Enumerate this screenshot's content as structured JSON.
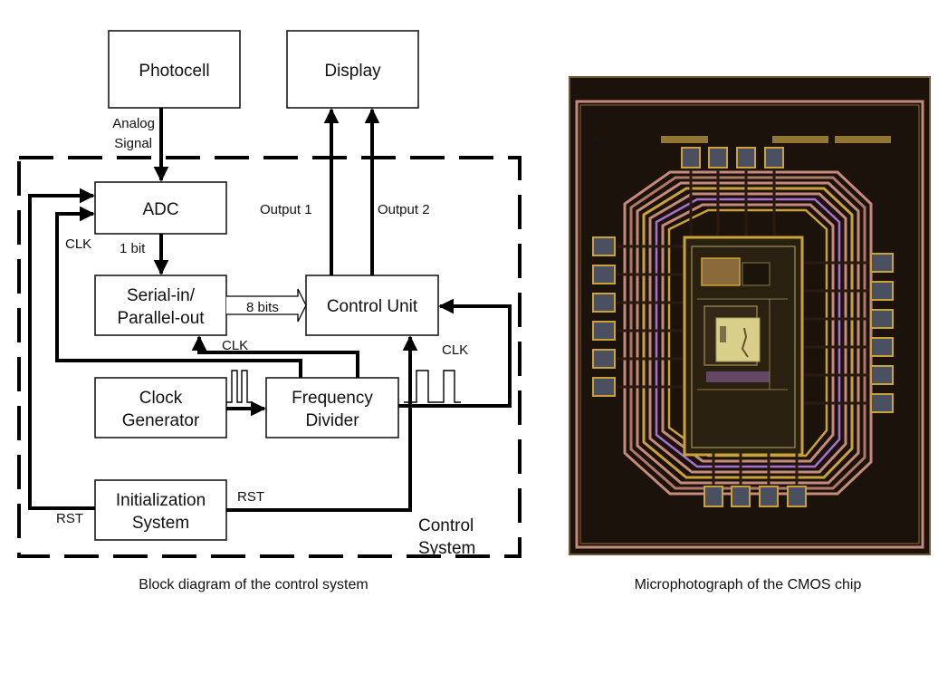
{
  "diagram": {
    "blocks": {
      "photocell": "Photocell",
      "display": "Display",
      "adc": "ADC",
      "sipo_line1": "Serial-in/",
      "sipo_line2": "Parallel-out",
      "control_unit": "Control Unit",
      "clock_gen_line1": "Clock",
      "clock_gen_line2": "Generator",
      "freq_div_line1": "Frequency",
      "freq_div_line2": "Divider",
      "init_line1": "Initialization",
      "init_line2": "System"
    },
    "signals": {
      "analog_line1": "Analog",
      "analog_line2": "Signal",
      "output1": "Output 1",
      "output2": "Output 2",
      "clk_adc": "CLK",
      "one_bit": "1 bit",
      "eight_bits": "8 bits",
      "clk_sipo": "CLK",
      "clk_cu": "CLK",
      "rst_left": "RST",
      "rst_right": "RST"
    },
    "boundary_line1": "Control",
    "boundary_line2": "System",
    "caption": "Block diagram of the control system"
  },
  "photo": {
    "subject": "CMOS chip die",
    "caption": "Microphotograph of the CMOS chip",
    "colors": {
      "background": "#1c120c",
      "metal_pink": "#c48a7a",
      "metal_gold": "#c9a23a",
      "violet": "#a870d0",
      "pad": "#4a5060",
      "core": "#d8cf8a"
    }
  }
}
